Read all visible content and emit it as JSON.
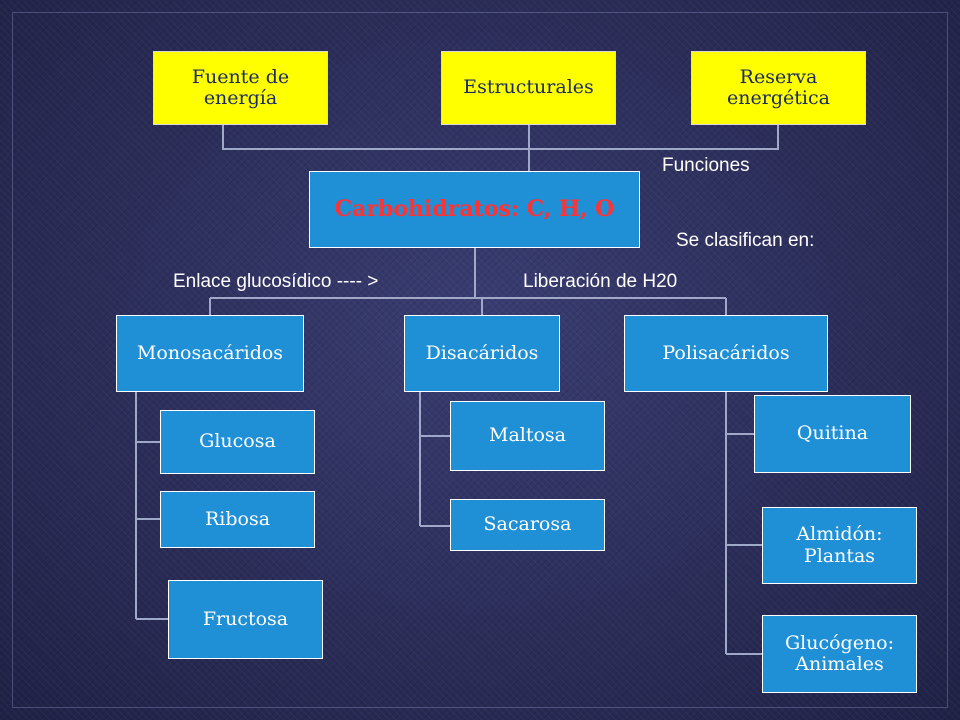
{
  "theme": {
    "background": "#2b2d5a",
    "box_blue": "#1f8fd6",
    "box_yellow": "#ffff00",
    "text_yellow_box": "#1a2a66",
    "root_text": "#ff3333",
    "connector": "#9fa8c8"
  },
  "functions": {
    "items": [
      "Fuente de energía",
      "Estructurales",
      "Reserva energética"
    ],
    "label": "Funciones"
  },
  "root": {
    "label": "Carbohidratos: C, H, O"
  },
  "classification": {
    "label": "Se clasifican en:",
    "bond_left": "Enlace glucosídico ---- >",
    "bond_right": "Liberación de H20"
  },
  "monosacaridos": {
    "label": "Monosacáridos",
    "items": [
      "Glucosa",
      "Ribosa",
      "Fructosa"
    ]
  },
  "disacaridos": {
    "label": "Disacáridos",
    "items": [
      "Maltosa",
      "Sacarosa"
    ]
  },
  "polisacaridos": {
    "label": "Polisacáridos",
    "items": [
      "Quitina",
      "Almidón: Plantas",
      "Glucógeno: Animales"
    ]
  }
}
